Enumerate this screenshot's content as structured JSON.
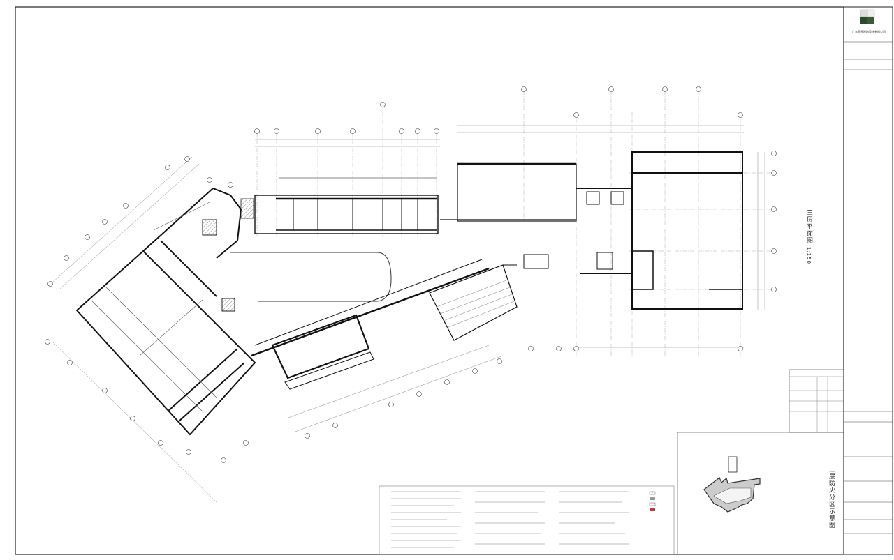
{
  "drawing": {
    "title": "三层平面图",
    "scale": "1:150",
    "fire_zone_title": "三层防火分区示意图"
  },
  "title_block": {
    "company": "广东天元建筑设计有限公司"
  },
  "colors": {
    "line": "#222222",
    "wall": "#111111",
    "hatch": "#d0d0d0",
    "grid": "#888888"
  }
}
